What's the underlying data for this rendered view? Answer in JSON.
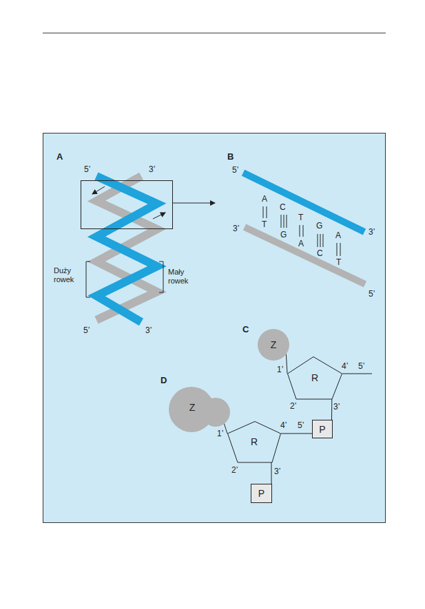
{
  "diagram": {
    "nodes": [
      {
        "text": [
          "Z"
        ]
      },
      {
        "text": [
          "R"
        ]
      },
      {
        "text": [
          "P"
        ]
      },
      {
        "text": [
          "Z"
        ]
      },
      {
        "text": [
          "R"
        ]
      },
      {
        "text": [
          "P"
        ]
      }
    ],
    "edges": [
      {
        "from": 0,
        "to": 1,
        "arrow": "none"
      },
      {
        "from": 1,
        "to": 2,
        "arrow": "none"
      },
      {
        "from": 2,
        "to": 4,
        "arrow": "none"
      },
      {
        "from": 4,
        "to": 5,
        "arrow": "none"
      },
      {
        "from": 3,
        "to": 4,
        "arrow": "none"
      }
    ],
    "labels": [
      "A",
      "5’",
      "3’",
      "5’",
      "3’",
      "Duży rowek",
      "Mały rowek",
      "B",
      "5’",
      "3’",
      "A",
      "C",
      "T",
      "G",
      "A",
      "T",
      "G",
      "A",
      "C",
      "T",
      "3’",
      "5’",
      "C",
      "1’",
      "2’",
      "3’",
      "4’",
      "5’",
      "D",
      "1’",
      "2’",
      "3’",
      "4’",
      "5’"
    ]
  }
}
